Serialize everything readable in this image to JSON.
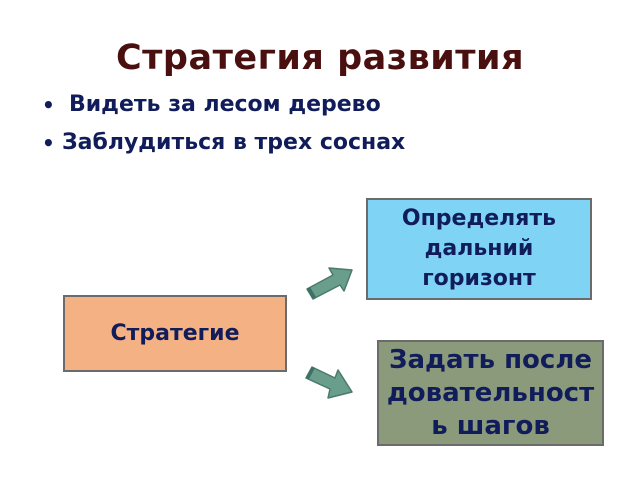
{
  "slide": {
    "title": "Стратегия развития",
    "bullets": [
      "Видеть за лесом дерево",
      "Заблудиться в трех соснах"
    ]
  },
  "diagram": {
    "source_box": "Стратегие",
    "target_boxes": [
      "Определять дальний горизонт",
      "Задать последовательность шагов"
    ],
    "colors": {
      "title": "#4a0f0f",
      "text": "#111c5a",
      "source_fill": "#f4b183",
      "target_top_fill": "#7fd3f5",
      "target_bottom_fill": "#8c9a7c",
      "arrow_fill": "#6a9e8c",
      "box_border": "#6b6b6b"
    }
  }
}
